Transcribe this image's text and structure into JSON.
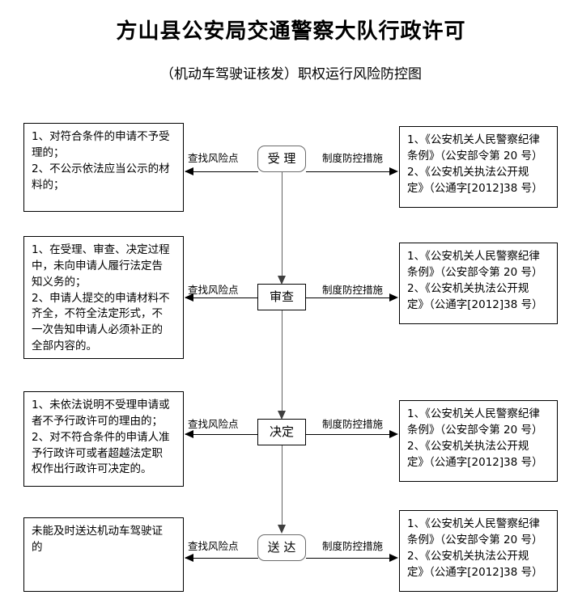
{
  "header": {
    "title": "方山县公安局交通警察大队行政许可",
    "subtitle": "（机动车驾驶证核发）职权运行风险防控图"
  },
  "edge_labels": {
    "risk": "查找风险点",
    "measure": "制度防控措施"
  },
  "colors": {
    "background": "#ffffff",
    "text": "#000000",
    "box_border": "#000000",
    "stage_border": "#6b6b6b",
    "connector": "#636363"
  },
  "measures_text": {
    "line1": "1、《公安机关人民警察纪律",
    "line2": "条例》（公安部令第 20 号）",
    "line3": "2、《公安机关执法公开规",
    "line4": "定》（公通字[2012]38 号）"
  },
  "rows": [
    {
      "stage": "受  理",
      "stage_shape": "rounded",
      "risks": "1、对符合条件的申请不予受\n理的；\n2、不公示依法应当公示的材\n料的；",
      "measures": "1、《公安机关人民警察纪律\n条例》（公安部令第 20 号）\n2、《公安机关执法公开规\n定》（公通字[2012]38 号）"
    },
    {
      "stage": "审查",
      "stage_shape": "square",
      "risks": "1、在受理、审查、决定过程\n中，未向申请人履行法定告\n知义务的；\n2、申请人提交的申请材料不\n齐全，不符全法定形式，不\n一次告知申请人必须补正的\n全部内容的。",
      "measures": "1、《公安机关人民警察纪律\n条例》（公安部令第 20 号）\n2、《公安机关执法公开规\n定》（公通字[2012]38 号）"
    },
    {
      "stage": "决定",
      "stage_shape": "square",
      "risks": "1、未依法说明不受理申请或\n者不予行政许可的理由的；\n2、对不符合条件的申请人准\n予行政许可或者超越法定职\n权作出行政许可决定的。",
      "measures": "1、《公安机关人民警察纪律\n条例》（公安部令第 20 号）\n2、《公安机关执法公开规\n定》（公通字[2012]38 号）"
    },
    {
      "stage": "送 达",
      "stage_shape": "rounded",
      "risks": "未能及时送达机动车驾驶证\n的",
      "measures": "1、《公安机关人民警察纪律\n条例》（公安部令第 20 号）\n2、《公安机关执法公开规\n定》（公通字[2012]38 号）"
    }
  ]
}
